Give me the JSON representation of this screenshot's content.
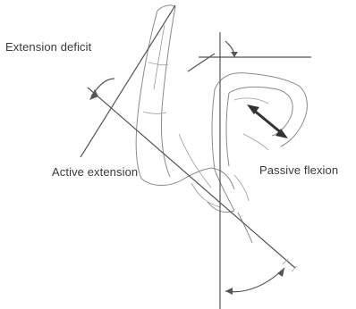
{
  "labels": {
    "extension_deficit": "Extension deficit",
    "active_extension": "Active extension",
    "passive_flexion": "Passive flexion"
  },
  "colors": {
    "line": "#555555",
    "sketch": "#8a8a8a",
    "text": "#3a3a3a",
    "arrow": "#333333"
  }
}
